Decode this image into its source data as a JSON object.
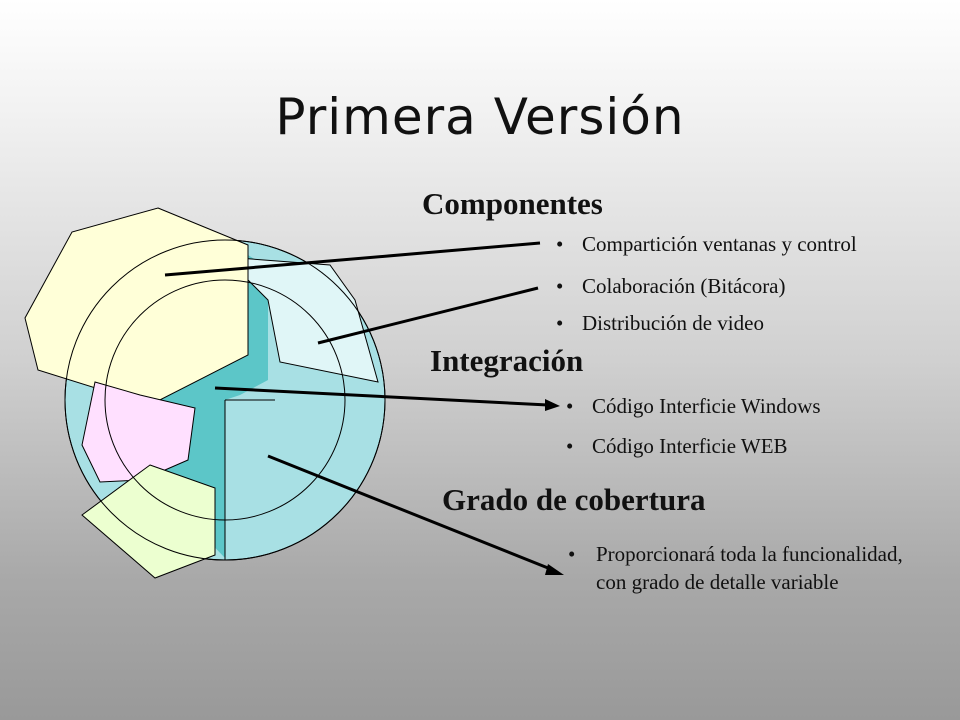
{
  "title": "Primera Versión",
  "sections": [
    {
      "heading": "Componentes",
      "items": [
        "Compartición ventanas y control",
        "Colaboración (Bitácora)",
        "Distribución de video"
      ]
    },
    {
      "heading": "Integración",
      "items": [
        "Código Interficie Windows",
        "Código Interficie WEB"
      ]
    },
    {
      "heading": "Grado de cobertura",
      "items": [
        "Proporcionará toda la funcionalidad, con grado de detalle variable"
      ]
    }
  ],
  "bullet_glyph": "•",
  "colors": {
    "outer_disc": "#a8e0e4",
    "inner_wedge": "#5cc6c8",
    "yellow_shape": "#ffffd8",
    "light_cyan_shape": "#e0f6f7",
    "pink_shape": "#ffe0ff",
    "green_shape": "#ecffd0",
    "line": "#000000"
  }
}
